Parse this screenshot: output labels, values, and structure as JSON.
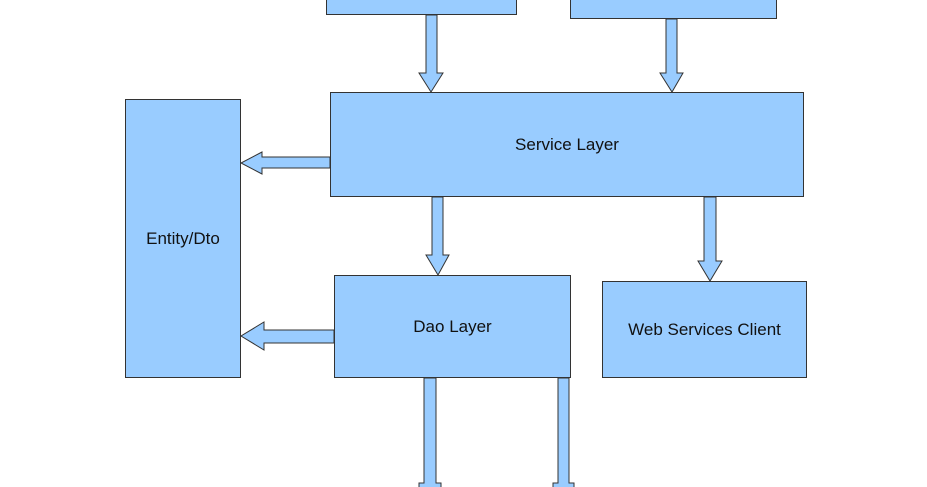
{
  "boxes": {
    "service_layer": "Service Layer",
    "entity_dto": "Entity/Dto",
    "dao_layer": "Dao Layer",
    "web_services_client": "Web Services Client"
  },
  "colors": {
    "box_fill": "#99CCFF",
    "stroke": "#333333",
    "text": "#111111",
    "background": "#FFFFFF"
  }
}
